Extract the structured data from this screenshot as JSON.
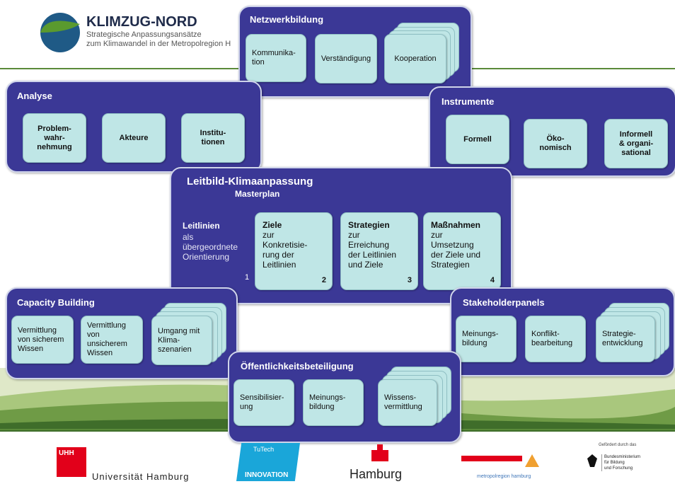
{
  "header": {
    "title": "KLIMZUG-NORD",
    "subtitle_line1": "Strategische Anpassungsansätze",
    "subtitle_line2": "zum Klimawandel in der Metropolregion H"
  },
  "panels": {
    "netzwerk": {
      "title": "Netzwerkbildung",
      "items": [
        "Kommunika-\ntion",
        "Verständigung",
        "Kooperation"
      ]
    },
    "analyse": {
      "title": "Analyse",
      "items": [
        "Problem-\nwahr-\nnehmung",
        "Akteure",
        "Institu-\ntionen"
      ]
    },
    "instrumente": {
      "title": "Instrumente",
      "items": [
        "Formell",
        "Öko-\nnomisch",
        "Informell\n& organi-\nsational"
      ]
    },
    "leitbild": {
      "title": "Leitbild-Klimaanpassung",
      "subtitle": "Masterplan",
      "leitlinien_head": "Leitlinien",
      "leitlinien_text": "als\nübergeordnete\nOrientierung",
      "leitlinien_num": "1",
      "items": [
        {
          "head": "Ziele",
          "text": "zur\nKonkretisie-\nrung der\nLeitlinien",
          "num": "2"
        },
        {
          "head": "Strategien",
          "text": "zur\nErreichung\nder Leitlinien\nund Ziele",
          "num": "3"
        },
        {
          "head": "Maßnahmen",
          "text": "zur\nUmsetzung\nder Ziele und\nStrategien",
          "num": "4"
        }
      ]
    },
    "capacity": {
      "title": "Capacity Building",
      "items": [
        "Vermittlung\nvon sicherem\nWissen",
        "Vermittlung\nvon\nunsicherem\nWissen",
        "Umgang mit\nKlima-\nszenarien"
      ]
    },
    "stakeholder": {
      "title": "Stakeholderpanels",
      "items": [
        "Meinungs-\nbildung",
        "Konflikt-\nbearbeitung",
        "Strategie-\nentwicklung"
      ]
    },
    "oeffentlich": {
      "title": "Öffentlichkeitsbeteiligung",
      "items": [
        "Sensibilisier-\nung",
        "Meinungs-\nbildung",
        "Wissens-\nvermittlung"
      ]
    }
  },
  "footer": {
    "uhh_badge": "UHH",
    "uhh_label": "Universität Hamburg",
    "tutech_top": "TuTech",
    "tutech_bottom": "INNOVATION",
    "hamburg_label": "Hamburg",
    "metropol_label": "metropolregion hamburg",
    "bmbf_top": "Gefördert durch das",
    "bmbf_text": "Bundesministerium\nfür Bildung\nund Forschung"
  },
  "colors": {
    "panel": "#3b3896",
    "box": "#bfe6e6",
    "header_title": "#1f2b4a",
    "divider": "#5a8a3a"
  }
}
